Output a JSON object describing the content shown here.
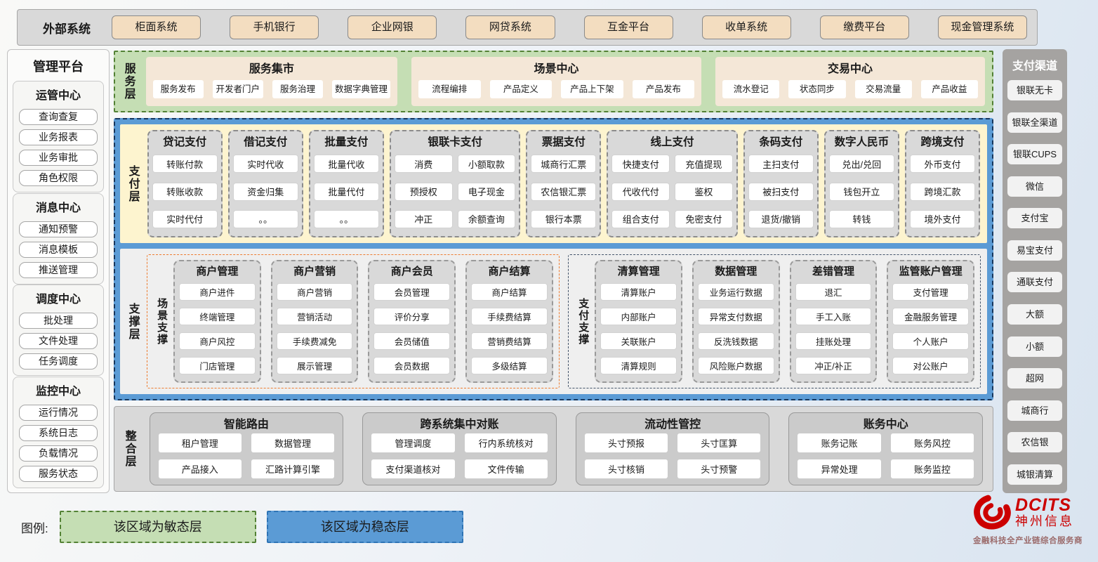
{
  "external": {
    "label": "外部系统",
    "items": [
      "柜面系统",
      "手机银行",
      "企业网银",
      "网贷系统",
      "互金平台",
      "收单系统",
      "缴费平台",
      "现金管理系统"
    ]
  },
  "management": {
    "title": "管理平台",
    "groups": [
      {
        "title": "运管中心",
        "items": [
          "查询查复",
          "业务报表",
          "业务审批",
          "角色权限"
        ]
      },
      {
        "title": "消息中心",
        "items": [
          "通知预警",
          "消息模板",
          "推送管理"
        ]
      },
      {
        "title": "调度中心",
        "items": [
          "批处理",
          "文件处理",
          "任务调度"
        ]
      },
      {
        "title": "监控中心",
        "items": [
          "运行情况",
          "系统日志",
          "负载情况",
          "服务状态"
        ]
      }
    ]
  },
  "service_layer": {
    "label": "服务层",
    "groups": [
      {
        "title": "服务集市",
        "items": [
          "服务发布",
          "开发者门户",
          "服务治理",
          "数据字典管理"
        ]
      },
      {
        "title": "场景中心",
        "items": [
          "流程编排",
          "产品定义",
          "产品上下架",
          "产品发布"
        ]
      },
      {
        "title": "交易中心",
        "items": [
          "流水登记",
          "状态同步",
          "交易流量",
          "产品收益"
        ]
      }
    ]
  },
  "payment_layer": {
    "label": "支付层",
    "columns": [
      {
        "title": "贷记支付",
        "cols": 1,
        "items": [
          "转账付款",
          "转账收款",
          "实时代付"
        ]
      },
      {
        "title": "借记支付",
        "cols": 1,
        "items": [
          "实时代收",
          "资金归集",
          "。。"
        ]
      },
      {
        "title": "批量支付",
        "cols": 1,
        "items": [
          "批量代收",
          "批量代付",
          "。。"
        ]
      },
      {
        "title": "银联卡支付",
        "cols": 2,
        "items": [
          "消费",
          "小额取款",
          "预授权",
          "电子现金",
          "冲正",
          "余额查询"
        ]
      },
      {
        "title": "票据支付",
        "cols": 1,
        "items": [
          "城商行汇票",
          "农信银汇票",
          "银行本票"
        ]
      },
      {
        "title": "线上支付",
        "cols": 2,
        "items": [
          "快捷支付",
          "充值提现",
          "代收代付",
          "鉴权",
          "组合支付",
          "免密支付"
        ]
      },
      {
        "title": "条码支付",
        "cols": 1,
        "items": [
          "主扫支付",
          "被扫支付",
          "退货/撤销"
        ]
      },
      {
        "title": "数字人民币",
        "cols": 1,
        "items": [
          "兑出/兑回",
          "钱包开立",
          "转钱"
        ]
      },
      {
        "title": "跨境支付",
        "cols": 1,
        "items": [
          "外币支付",
          "跨境汇款",
          "境外支付"
        ]
      }
    ]
  },
  "support_layer": {
    "label": "支撑层",
    "sections": [
      {
        "label": "场景支撑",
        "accent": "#ED7D31",
        "columns": [
          {
            "title": "商户管理",
            "items": [
              "商户进件",
              "终端管理",
              "商户风控",
              "门店管理"
            ]
          },
          {
            "title": "商户营销",
            "items": [
              "商户营销",
              "营销活动",
              "手续费减免",
              "展示管理"
            ]
          },
          {
            "title": "商户会员",
            "items": [
              "会员管理",
              "评价分享",
              "会员储值",
              "会员数据"
            ]
          },
          {
            "title": "商户结算",
            "items": [
              "商户结算",
              "手续费结算",
              "营销费结算",
              "多级结算"
            ]
          }
        ]
      },
      {
        "label": "支付支撑",
        "accent": "#44546A",
        "columns": [
          {
            "title": "清算管理",
            "items": [
              "清算账户",
              "内部账户",
              "关联账户",
              "清算规则"
            ]
          },
          {
            "title": "数据管理",
            "items": [
              "业务运行数据",
              "异常支付数据",
              "反洗钱数据",
              "风险账户数据"
            ]
          },
          {
            "title": "差错管理",
            "items": [
              "退汇",
              "手工入账",
              "挂账处理",
              "冲正/补正"
            ]
          },
          {
            "title": "监管账户管理",
            "items": [
              "支付管理",
              "金融服务管理",
              "个人账户",
              "对公账户"
            ]
          }
        ]
      }
    ]
  },
  "integration_layer": {
    "label": "整合层",
    "groups": [
      {
        "title": "智能路由",
        "items": [
          "租户管理",
          "数据管理",
          "产品接入",
          "汇路计算引擎"
        ]
      },
      {
        "title": "跨系统集中对账",
        "items": [
          "管理调度",
          "行内系统核对",
          "支付渠道核对",
          "文件传输"
        ]
      },
      {
        "title": "流动性管控",
        "items": [
          "头寸预报",
          "头寸匡算",
          "头寸核销",
          "头寸预警"
        ]
      },
      {
        "title": "账务中心",
        "items": [
          "账务记账",
          "账务风控",
          "异常处理",
          "账务监控"
        ]
      }
    ]
  },
  "channels": {
    "title": "支付渠道",
    "items": [
      "银联无卡",
      "银联全渠道",
      "银联CUPS",
      "微信",
      "支付宝",
      "易宝支付",
      "通联支付",
      "大额",
      "小额",
      "超网",
      "城商行",
      "农信银",
      "城银清算"
    ]
  },
  "legend": {
    "label": "图例:",
    "items": [
      {
        "text": "该区域为敏态层",
        "fill": "#C5DEB4",
        "border": "#538135"
      },
      {
        "text": "该区域为稳态层",
        "fill": "#5B9BD5",
        "border": "#2E74B5"
      }
    ]
  },
  "logo": {
    "brand": "DCITS",
    "company": "神州信息",
    "tagline": "金融科技全产业链综合服务商",
    "color": "#CC0000"
  },
  "colors": {
    "stable_blue": "#5B9BD5",
    "stable_border": "#17375E",
    "agile_green": "#C5DEB4",
    "agile_border": "#538135",
    "panel_gray": "#D9D9D9",
    "tan_chip": "#F3DDC0",
    "cream": "#FDF4CF"
  }
}
